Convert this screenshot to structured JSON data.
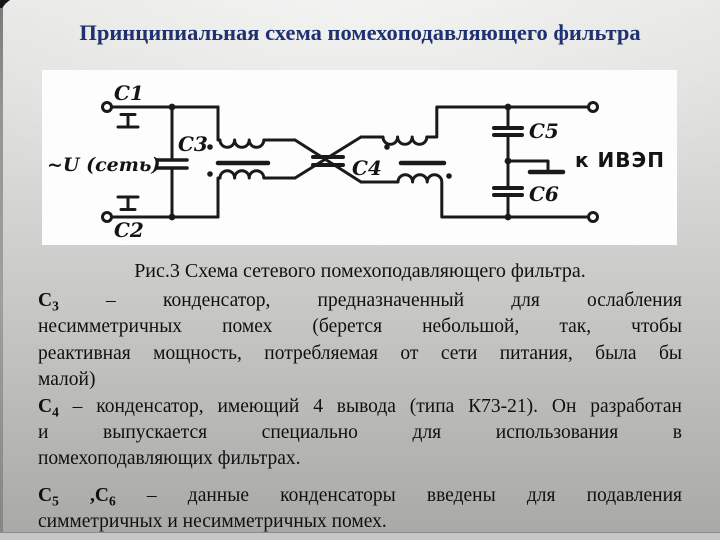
{
  "slide": {
    "title": "Принципиальная схема помехоподавляющего фильтра",
    "caption": "Рис.3 Схема сетевого помехоподавляющего фильтра."
  },
  "colors": {
    "title_color": "#1f3170",
    "ink_color": "#1a1a1a",
    "panel_color": "#fdfdfd",
    "text_color": "#101010",
    "background_top": "#e5e5e3",
    "background_bottom": "#a8a8a6"
  },
  "schematic": {
    "labels": {
      "c1": "C1",
      "c2": "C2",
      "c3": "C3",
      "c4": "C4",
      "c5": "C5",
      "c6": "C6",
      "input": "~U (сеть)",
      "output": "к ИВЭП"
    }
  },
  "paragraphs": [
    {
      "lines": [
        {
          "segments": [
            {
              "t": "С",
              "b": true
            },
            {
              "t": "3",
              "b": true,
              "sub": true
            },
            {
              "t": " – конденсатор, предназначенный для ослабления"
            }
          ]
        },
        {
          "segments": [
            {
              "t": "несимметричных помех (берется небольшой, так, чтобы"
            }
          ]
        },
        {
          "segments": [
            {
              "t": "реактивная мощность, потребляемая от сети питания, была бы"
            }
          ]
        },
        {
          "segments": [
            {
              "t": "малой)"
            }
          ],
          "last": true
        }
      ]
    },
    {
      "lines": [
        {
          "segments": [
            {
              "t": "С",
              "b": true
            },
            {
              "t": "4",
              "b": true,
              "sub": true
            },
            {
              "t": " – конденсатор, имеющий 4 вывода (типа К73-21). Он разработан"
            }
          ]
        },
        {
          "segments": [
            {
              "t": "и выпускается специально для использования в"
            }
          ]
        },
        {
          "segments": [
            {
              "t": "помехоподавляющих фильтрах."
            }
          ],
          "last": true
        }
      ]
    },
    {
      "lines": [
        {
          "segments": [
            {
              "t": "С",
              "b": true
            },
            {
              "t": "5",
              "b": true,
              "sub": true
            },
            {
              "t": " ,",
              "b": true
            },
            {
              "t": "С",
              "b": true
            },
            {
              "t": "6",
              "b": true,
              "sub": true
            },
            {
              "t": " – данные конденсаторы введены для подавления"
            }
          ]
        },
        {
          "segments": [
            {
              "t": "симметричных и несимметричных помех."
            }
          ],
          "last": true
        }
      ]
    }
  ]
}
